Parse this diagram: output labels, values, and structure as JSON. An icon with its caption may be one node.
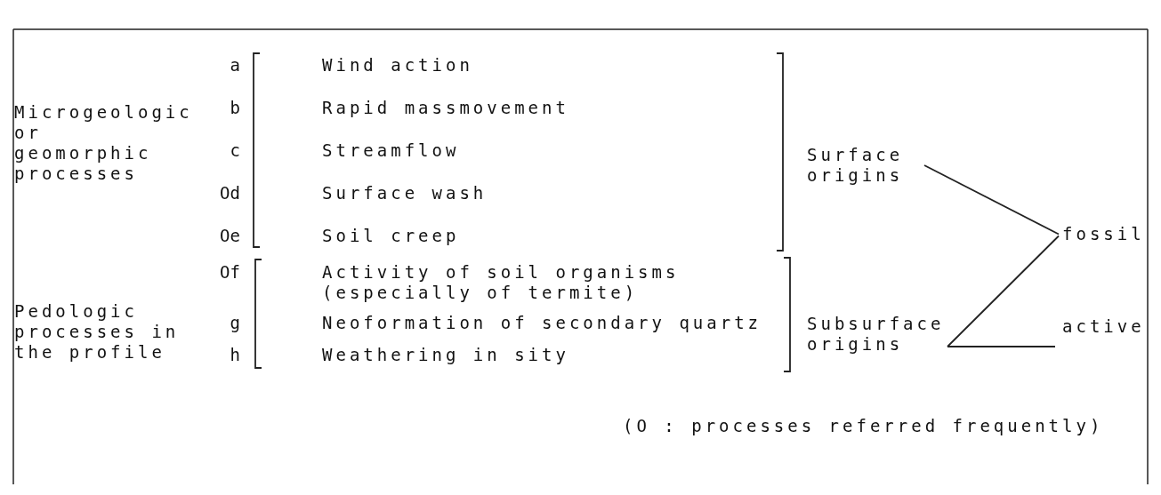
{
  "diagram": {
    "nodes": [
      {
        "text": [
          "Surface origins"
        ]
      },
      {
        "text": [
          "Subsurface origins"
        ]
      },
      {
        "text": [
          "fossil"
        ]
      },
      {
        "text": [
          "active"
        ]
      }
    ],
    "edges": [
      {
        "from": 0,
        "to": 2,
        "arrow": "none"
      },
      {
        "from": 1,
        "to": 2,
        "arrow": "none"
      },
      {
        "from": 1,
        "to": 3,
        "arrow": "none"
      }
    ],
    "labels": [
      "Microgeologic or geomorphic processes",
      "a",
      "Wind action",
      "b",
      "Rapid massmovement",
      "c",
      "Streamflow",
      "Od",
      "Surface wash",
      "Oe",
      "Soil creep",
      "Pedologic processes in the profile",
      "Of",
      "Activity of soil organisms (especially of termite)",
      "g",
      "Neoformation of secondary quartz",
      "h",
      "Weathering in sity",
      "(O : processes referred frequently)"
    ]
  }
}
